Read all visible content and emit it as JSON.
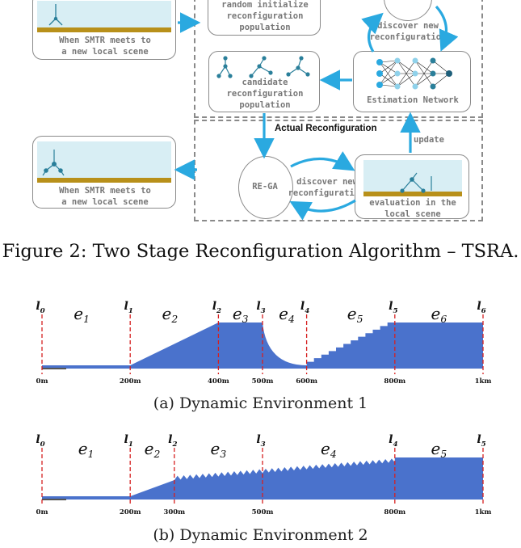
{
  "figure2": {
    "caption": "Figure 2: Two Stage Reconfiguration Algorithm – TSRA.",
    "scene_top_left": [
      "When SMTR meets to",
      "a new local scene"
    ],
    "scene_bottom_left": [
      "When SMTR meets to",
      "a new local scene"
    ],
    "random_init": [
      "random initialize",
      "reconfiguration",
      "population"
    ],
    "discover_top": [
      "discover new",
      "reconfiguration"
    ],
    "candidate": [
      "candidate",
      "reconfiguration",
      "population"
    ],
    "estimation": "Estimation Network",
    "actual_title": "Actual Reconfiguration",
    "update": "update",
    "rega": "RE-GA",
    "discover_bottom": [
      "discover new",
      "reconfiguration"
    ],
    "evaluation": [
      "evaluation in the",
      "local scene"
    ],
    "colors": {
      "arrow": "#2aa9e0",
      "node": "#2a7f9a",
      "ground": "#b8901a",
      "sky": "#d8eef4"
    }
  },
  "env1": {
    "caption": "(a) Dynamic Environment 1",
    "boundaries": [
      {
        "name": "l",
        "sub": "0",
        "pos": 0
      },
      {
        "name": "l",
        "sub": "1",
        "pos": 200
      },
      {
        "name": "l",
        "sub": "2",
        "pos": 400
      },
      {
        "name": "l",
        "sub": "3",
        "pos": 500
      },
      {
        "name": "l",
        "sub": "4",
        "pos": 600
      },
      {
        "name": "l",
        "sub": "5",
        "pos": 800
      },
      {
        "name": "l",
        "sub": "6",
        "pos": 1000
      }
    ],
    "segments": [
      {
        "name": "e",
        "sub": "1",
        "pos": 90
      },
      {
        "name": "e",
        "sub": "2",
        "pos": 290
      },
      {
        "name": "e",
        "sub": "3",
        "pos": 450
      },
      {
        "name": "e",
        "sub": "4",
        "pos": 555
      },
      {
        "name": "e",
        "sub": "5",
        "pos": 710
      },
      {
        "name": "e",
        "sub": "6",
        "pos": 900
      }
    ],
    "ticks": [
      {
        "label": "0m",
        "pos": 0
      },
      {
        "label": "200m",
        "pos": 200
      },
      {
        "label": "400m",
        "pos": 400
      },
      {
        "label": "500m",
        "pos": 500
      },
      {
        "label": "600m",
        "pos": 600
      },
      {
        "label": "800m",
        "pos": 800
      },
      {
        "label": "1km",
        "pos": 1000
      }
    ]
  },
  "env2": {
    "caption": "(b) Dynamic Environment 2",
    "boundaries": [
      {
        "name": "l",
        "sub": "0",
        "pos": 0
      },
      {
        "name": "l",
        "sub": "1",
        "pos": 200
      },
      {
        "name": "l",
        "sub": "2",
        "pos": 300
      },
      {
        "name": "l",
        "sub": "3",
        "pos": 500
      },
      {
        "name": "l",
        "sub": "4",
        "pos": 800
      },
      {
        "name": "l",
        "sub": "5",
        "pos": 1000
      }
    ],
    "segments": [
      {
        "name": "e",
        "sub": "1",
        "pos": 100
      },
      {
        "name": "e",
        "sub": "2",
        "pos": 250
      },
      {
        "name": "e",
        "sub": "3",
        "pos": 400
      },
      {
        "name": "e",
        "sub": "4",
        "pos": 650
      },
      {
        "name": "e",
        "sub": "5",
        "pos": 900
      }
    ],
    "ticks": [
      {
        "label": "0m",
        "pos": 0
      },
      {
        "label": "200m",
        "pos": 200
      },
      {
        "label": "300m",
        "pos": 300
      },
      {
        "label": "500m",
        "pos": 500
      },
      {
        "label": "800m",
        "pos": 800
      },
      {
        "label": "1km",
        "pos": 1000
      }
    ]
  }
}
